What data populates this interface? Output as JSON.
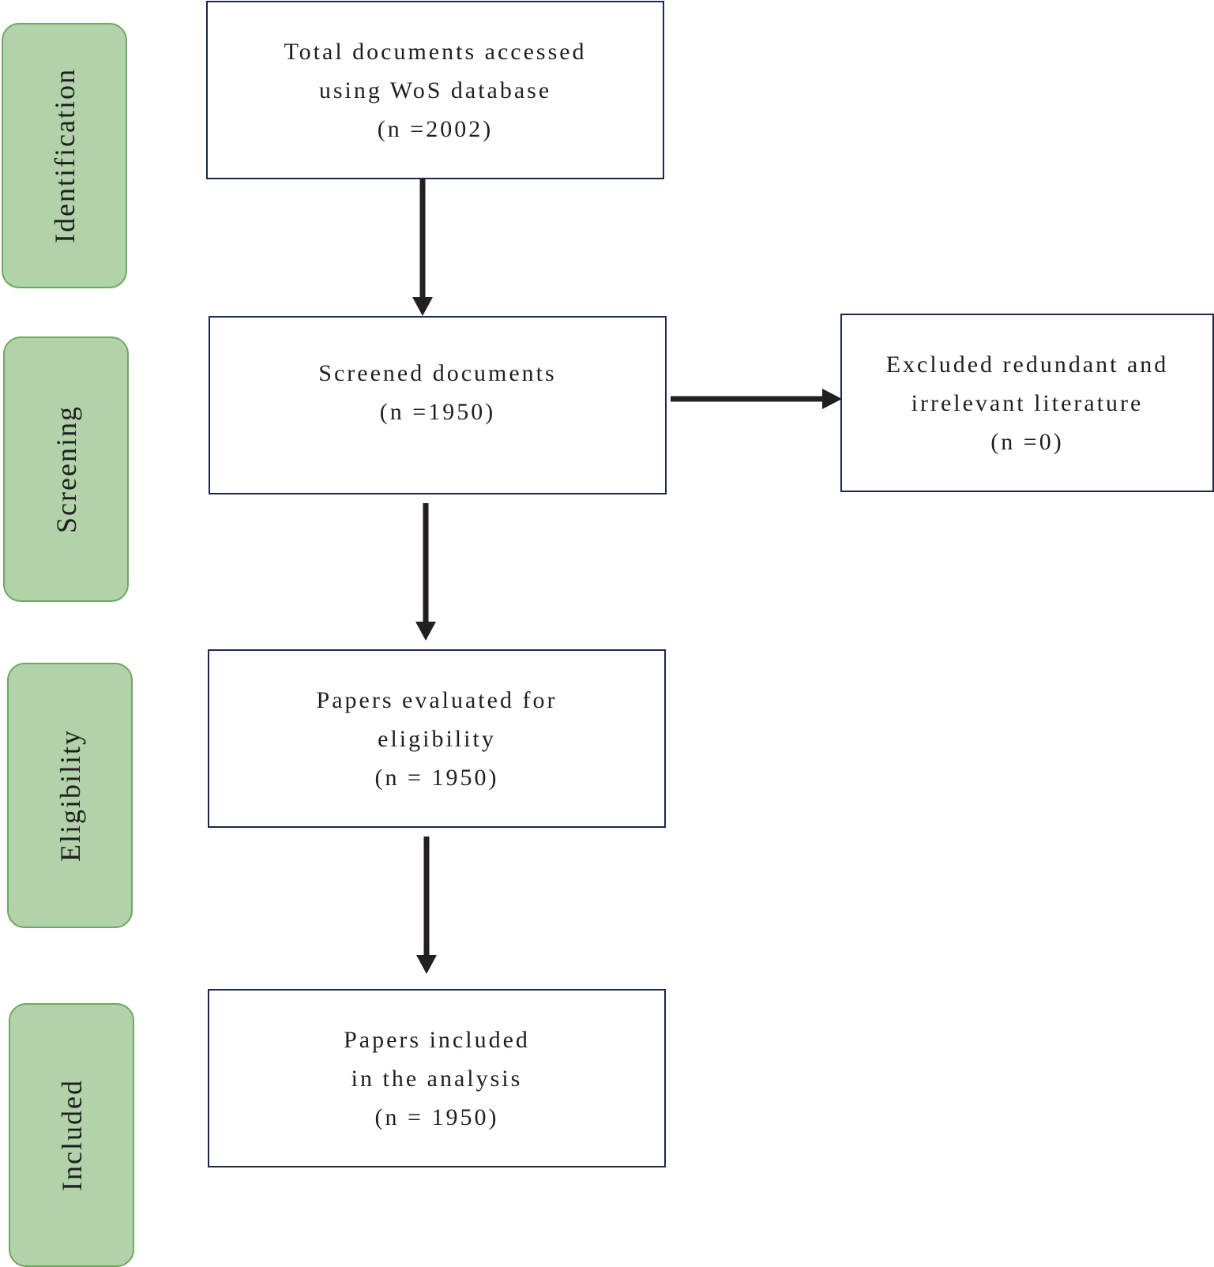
{
  "phases": {
    "identification": "Identification",
    "screening": "Screening",
    "eligibility": "Eligibility",
    "included": "Included"
  },
  "boxes": {
    "total": {
      "line1": "Total documents accessed",
      "line2": "using WoS database",
      "count": "(n =2002)"
    },
    "screened": {
      "line1": "Screened documents",
      "count": "(n =1950)"
    },
    "excluded": {
      "line1": "Excluded redundant and",
      "line2": "irrelevant literature",
      "count": "(n =0)"
    },
    "eligibility": {
      "line1": "Papers evaluated for",
      "line2": "eligibility",
      "count": "(n = 1950)"
    },
    "included": {
      "line1": "Papers included",
      "line2": "in the analysis",
      "count": "(n = 1950)"
    }
  },
  "colors": {
    "phase_fill": "#b2d2aa",
    "phase_border": "#6fa85f",
    "box_border": "#1b2a4a",
    "arrow": "#231f20"
  }
}
